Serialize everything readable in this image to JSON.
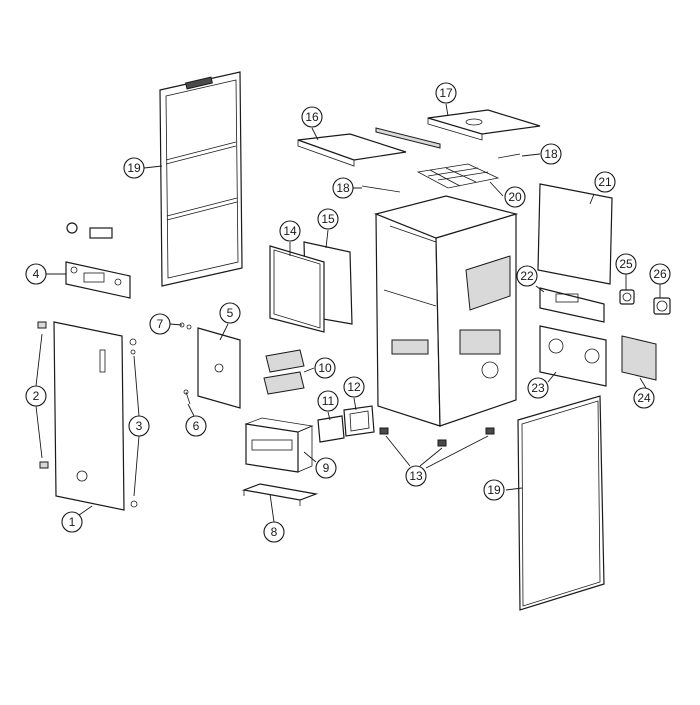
{
  "diagram": {
    "callouts": [
      {
        "id": "c1",
        "label": "1"
      },
      {
        "id": "c2",
        "label": "2"
      },
      {
        "id": "c3",
        "label": "3"
      },
      {
        "id": "c4",
        "label": "4"
      },
      {
        "id": "c5",
        "label": "5"
      },
      {
        "id": "c6",
        "label": "6"
      },
      {
        "id": "c7",
        "label": "7"
      },
      {
        "id": "c8",
        "label": "8"
      },
      {
        "id": "c9",
        "label": "9"
      },
      {
        "id": "c10",
        "label": "10"
      },
      {
        "id": "c11",
        "label": "11"
      },
      {
        "id": "c12",
        "label": "12"
      },
      {
        "id": "c13",
        "label": "13"
      },
      {
        "id": "c14",
        "label": "14"
      },
      {
        "id": "c15",
        "label": "15"
      },
      {
        "id": "c16",
        "label": "16"
      },
      {
        "id": "c17",
        "label": "17"
      },
      {
        "id": "c18a",
        "label": "18"
      },
      {
        "id": "c18b",
        "label": "18"
      },
      {
        "id": "c19a",
        "label": "19"
      },
      {
        "id": "c19b",
        "label": "19"
      },
      {
        "id": "c20",
        "label": "20"
      },
      {
        "id": "c21",
        "label": "21"
      },
      {
        "id": "c22",
        "label": "22"
      },
      {
        "id": "c23",
        "label": "23"
      },
      {
        "id": "c24",
        "label": "24"
      },
      {
        "id": "c25",
        "label": "25"
      },
      {
        "id": "c26",
        "label": "26"
      }
    ]
  }
}
